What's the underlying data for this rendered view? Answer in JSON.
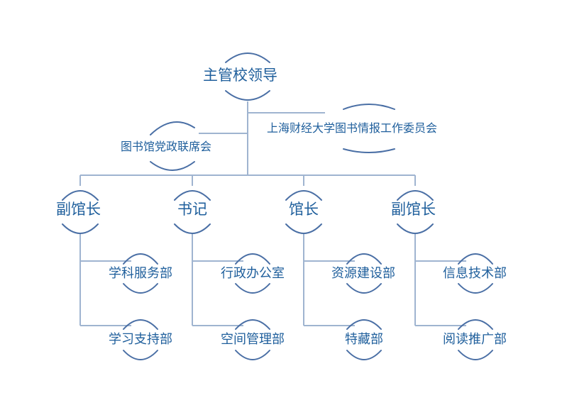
{
  "colors": {
    "text": "#1f5f9c",
    "line": "#9fb4d0",
    "arc": "#4a6fa5"
  },
  "top": {
    "label": "主管校领导"
  },
  "committee": {
    "label": "上海财经大学图书情报工作委员会"
  },
  "joint_meeting": {
    "label": "图书馆党政联席会"
  },
  "leaders": [
    {
      "label": "副馆长",
      "departments": [
        "学科服务部",
        "学习支持部"
      ]
    },
    {
      "label": "书记",
      "departments": [
        "行政办公室",
        "空间管理部"
      ]
    },
    {
      "label": "馆长",
      "departments": [
        "资源建设部",
        "特藏部"
      ]
    },
    {
      "label": "副馆长",
      "departments": [
        "信息技术部",
        "阅读推广部"
      ]
    }
  ]
}
